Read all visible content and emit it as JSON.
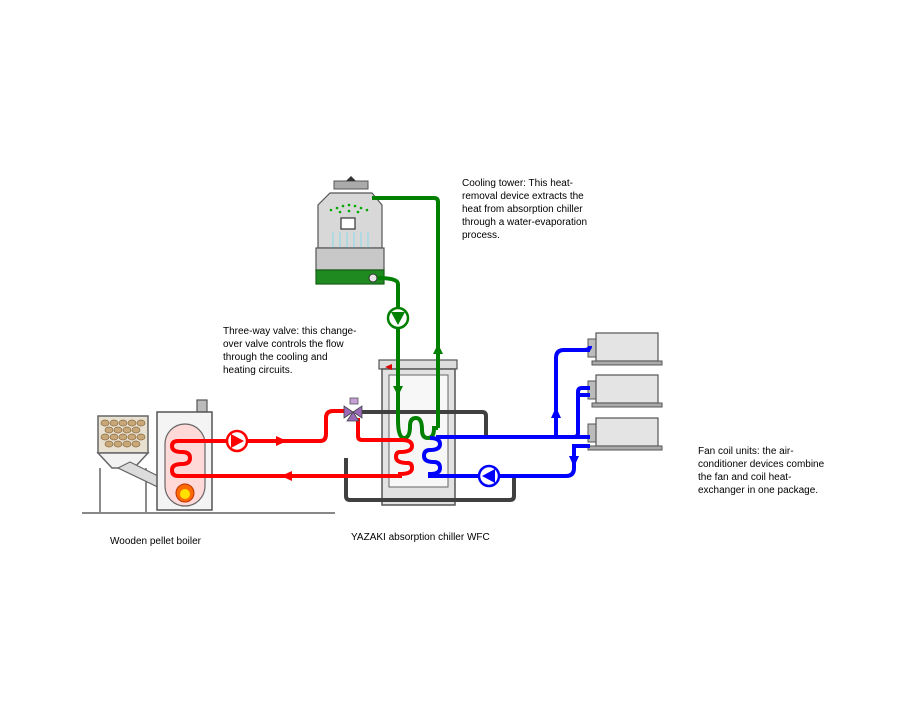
{
  "labels": {
    "cooling_tower": "Cooling tower: This heat-\nremoval device extracts the\nheat from absorption chiller\nthrough a water-evaporation\nprocess.",
    "three_way_valve": "Three-way valve: this change-\nover valve controls the flow\nthrough the cooling and\nheating circuits.",
    "fan_coil_units": "Fan coil units: the air-\nconditioner devices combine\nthe fan and coil heat-\nexchanger in one package.",
    "boiler": "Wooden pellet boiler",
    "chiller": "YAZAKI absorption chiller WFC"
  },
  "colors": {
    "hot_circuit": "#ff0000",
    "cold_circuit": "#0000ff",
    "cooling_circuit": "#008000",
    "bypass": "#404040"
  }
}
